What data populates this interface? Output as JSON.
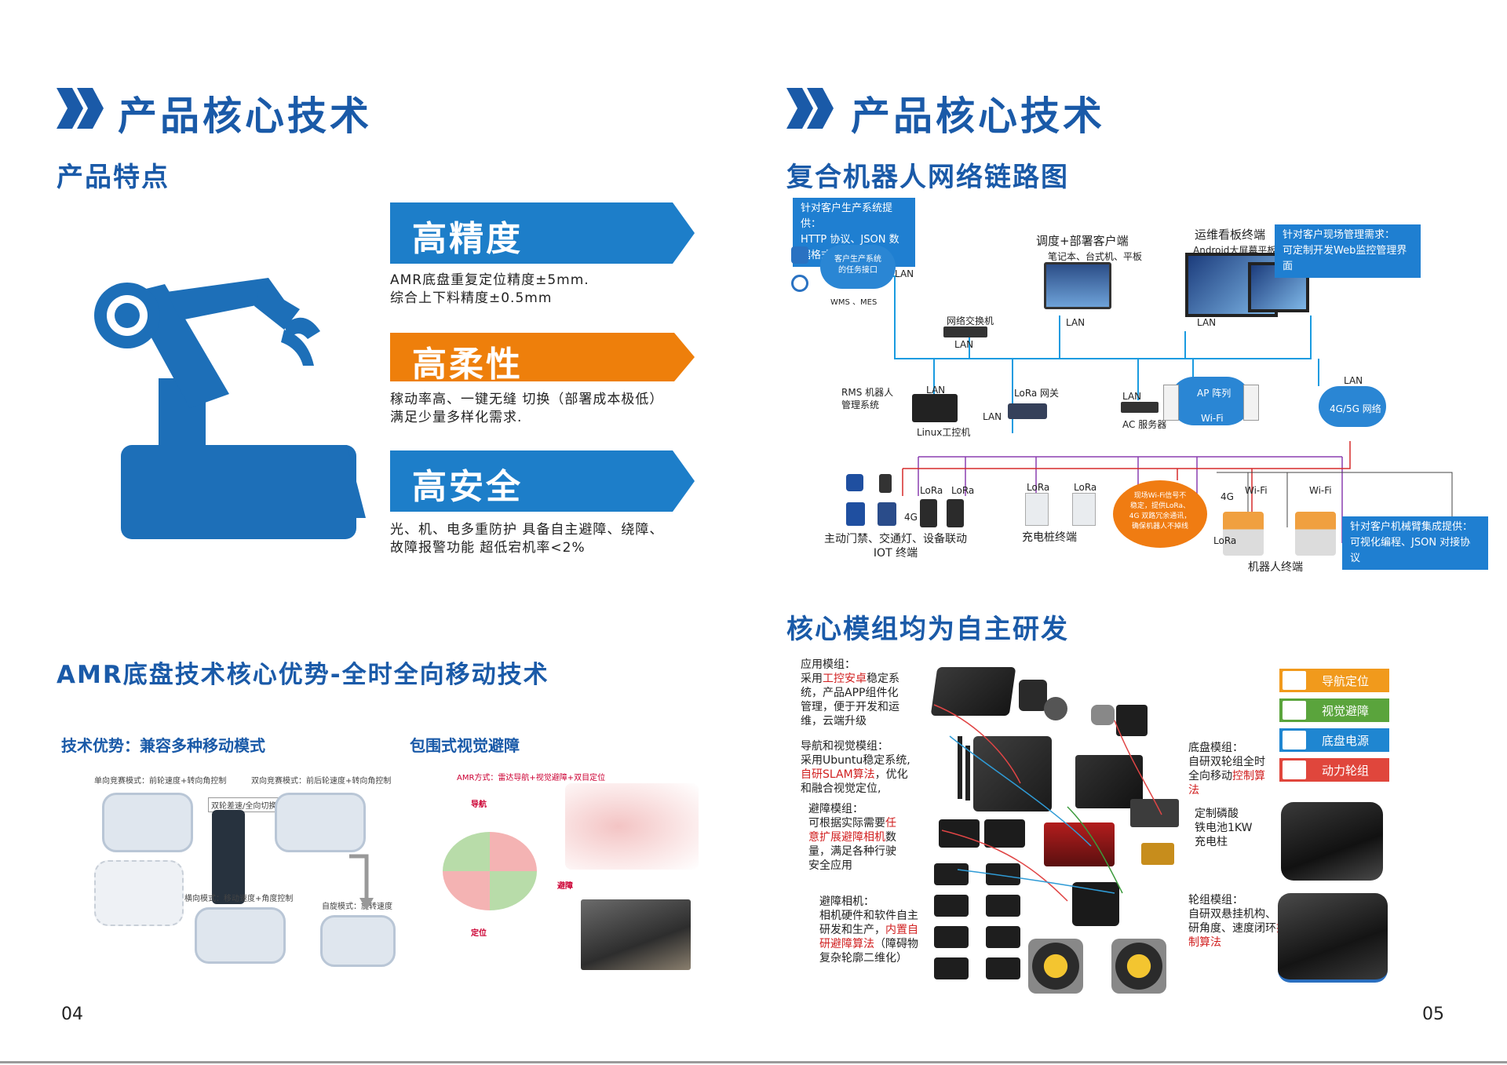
{
  "left": {
    "header_title": "产品核心技术",
    "features_title": "产品特点",
    "features": [
      {
        "title": "高精度",
        "desc_line1": "AMR底盘重复定位精度±5mm.",
        "desc_line2": "综合上下料精度±0.5mm",
        "color": "#1d7ec9"
      },
      {
        "title": "高柔性",
        "desc_line1": "稼动率高、一键无缝 切换（部署成本极低）",
        "desc_line2": "满足少量多样化需求.",
        "color": "#ee7f0b"
      },
      {
        "title": "高安全",
        "desc_line1": "光、机、电多重防护 具备自主避障、绕障、",
        "desc_line2": "故障报警功能 超低宕机率<2%",
        "color": "#1d7ec9"
      }
    ],
    "amr_title": "AMR底盘技术核心优势-全时全向移动技术",
    "tech_adv_title": "技术优势：兼容多种移动模式",
    "vision_title": "包围式视觉避障",
    "modes": {
      "single": "单向竞赛模式：前轮速度+转向角控制",
      "double": "双向竞赛模式：前后轮速度+转向角控制",
      "lateral": "横向模式：移动速度+角度控制",
      "rotate": "自旋模式：旋转速度",
      "switch_note": "双轮差速/全向切换"
    },
    "vision": {
      "method": "AMR方式：雷达导航+视觉避障+双目定位",
      "nav": "导航",
      "avoid": "避障",
      "locate": "定位"
    },
    "page_number": "04"
  },
  "right": {
    "header_title": "产品核心技术",
    "network_title": "复合机器人网络链路图",
    "customer_box_line1": "针对客户生产系统提供：",
    "customer_box_line2": "HTTP 协议、JSON 数据格式",
    "cloud_mes_line1": "客户生产系统",
    "cloud_mes_line2": "的任务接口",
    "wms_mes": "WMS 、MES",
    "dispatch_title": "调度+部署客户端",
    "dispatch_sub": "笔记本、台式机、平板",
    "ops_title": "运维看板终端",
    "ops_sub": "Android大屏幕平板",
    "ops_box_line1": "针对客户现场管理需求：",
    "ops_box_line2": "可定制开发Web监控管理界面",
    "switch": "网络交换机",
    "rms_line1": "RMS  机器人",
    "rms_line2": "管理系统",
    "linux_pc": "Linux工控机",
    "lora_gw": "LoRa 网关",
    "ac_server": "AC 服务器",
    "ap_array": "AP 阵列",
    "wifi": "Wi-Fi",
    "net_4g5g": "4G/5G 网络",
    "lan": "LAN",
    "iot_line1": "主动门禁、交通灯、设备联动",
    "iot_line2": "IOT 终端",
    "charger": "充电桩终端",
    "orange_note_line1": "现场Wi-Fi信号不",
    "orange_note_line2": "稳定，提供LoRa、",
    "orange_note_line3": "4G 双路冗余通讯，",
    "orange_note_line4": "确保机器人不掉线",
    "robot_terminal": "机器人终端",
    "robot_box_line1": "针对客户机械臂集成提供：",
    "robot_box_line2": "可视化编程、JSON 对接协议",
    "lora": "LoRa",
    "g4": "4G",
    "modules_title": "核心模组均为自主研发",
    "mod_app": [
      "应用模组：",
      "采用",
      "工控安卓",
      "稳定系",
      "统，产品APP组件化",
      "管理，便于开发和运",
      "维，云端升级"
    ],
    "mod_nav": [
      "导航和视觉模组：",
      "采用Ubuntu稳定系统,",
      "自研SLAM算法",
      "，优化",
      "和融合视觉定位,"
    ],
    "mod_avoid": [
      "避障模组：",
      "可根据实际需要",
      "任",
      "意扩展避障相机",
      "数",
      "量，满足各种行驶",
      "安全应用"
    ],
    "mod_cam": [
      "避障相机：",
      "相机硬件和软件自主",
      "研发和生产，",
      "内置自",
      "研避障算法",
      "（障碍物",
      "复杂轮廓二维化）"
    ],
    "mod_chassis": [
      "底盘模组：",
      "自研双轮组全时",
      "全向移动",
      "控制算",
      "法"
    ],
    "mod_battery": [
      "定制磷酸",
      "铁电池1KW",
      "充电柱"
    ],
    "mod_wheel": [
      "轮组模组：",
      "自研双悬挂机构、自",
      "研角度、速度闭环",
      "控",
      "制算法"
    ],
    "legend": [
      {
        "label": "导航定位",
        "color": "#f19a1c"
      },
      {
        "label": "视觉避障",
        "color": "#5aa43c"
      },
      {
        "label": "底盘电源",
        "color": "#1f86d1"
      },
      {
        "label": "动力轮组",
        "color": "#e0463c"
      }
    ],
    "page_number": "05"
  }
}
